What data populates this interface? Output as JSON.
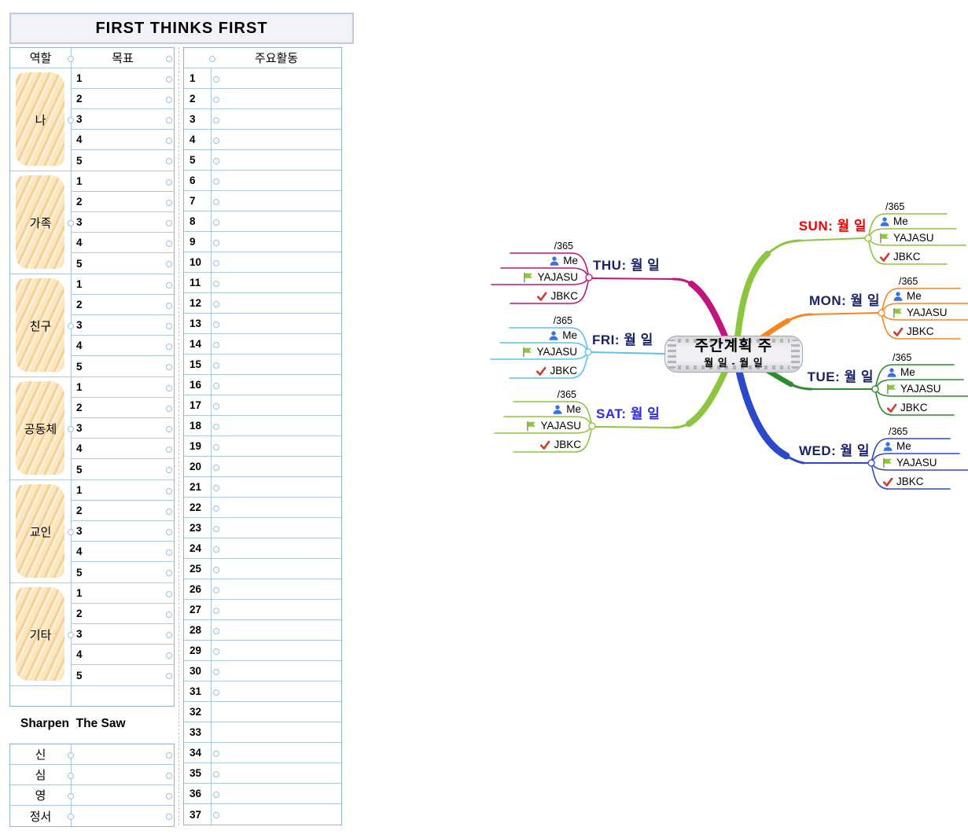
{
  "table": {
    "title": "FIRST THINKS FIRST",
    "headers": {
      "role": "역할",
      "goal": "목표",
      "activity": "주요활동"
    },
    "roles": [
      {
        "label": "나",
        "goal_numbers": [
          "1",
          "2",
          "3",
          "4",
          "5"
        ]
      },
      {
        "label": "가족",
        "goal_numbers": [
          "1",
          "2",
          "3",
          "4",
          "5"
        ]
      },
      {
        "label": "친구",
        "goal_numbers": [
          "1",
          "2",
          "3",
          "4",
          "5"
        ]
      },
      {
        "label": "공동체",
        "goal_numbers": [
          "1",
          "2",
          "3",
          "4",
          "5"
        ]
      },
      {
        "label": "교인",
        "goal_numbers": [
          "1",
          "2",
          "3",
          "4",
          "5"
        ]
      },
      {
        "label": "기타",
        "goal_numbers": [
          "1",
          "2",
          "3",
          "4",
          "5"
        ]
      }
    ],
    "activity_numbers": [
      "1",
      "2",
      "3",
      "4",
      "5",
      "6",
      "7",
      "8",
      "9",
      "10",
      "11",
      "12",
      "13",
      "14",
      "15",
      "16",
      "17",
      "18",
      "19",
      "20",
      "21",
      "22",
      "23",
      "24",
      "25",
      "26",
      "27",
      "28",
      "29",
      "30",
      "31",
      "32",
      "33",
      "34",
      "35",
      "36",
      "37"
    ],
    "activity_rows_without_marker": [
      "32",
      "33"
    ],
    "sharpen_title": "Sharpen  The Saw",
    "sharpen_rows": [
      "신",
      "심",
      "영",
      "정서"
    ]
  },
  "mindmap": {
    "center": {
      "title": "주간계획 주",
      "subtitle": "월 일 - 월 일"
    },
    "branches": [
      {
        "id": "sun",
        "label": "SUN: 월 일",
        "label_color": "#F40000",
        "color": "#8CC63F",
        "side": "right",
        "children": [
          {
            "label": "/365",
            "icon": ""
          },
          {
            "label": "Me",
            "icon": "person"
          },
          {
            "label": "YAJASU",
            "icon": "flag"
          },
          {
            "label": "JBKC",
            "icon": "check"
          }
        ]
      },
      {
        "id": "mon",
        "label": "MON: 월 일",
        "label_color": "#1B2368",
        "color": "#F6861F",
        "side": "right",
        "children": [
          {
            "label": "/365",
            "icon": ""
          },
          {
            "label": "Me",
            "icon": "person"
          },
          {
            "label": "YAJASU",
            "icon": "flag"
          },
          {
            "label": "JBKC",
            "icon": "check"
          }
        ]
      },
      {
        "id": "tue",
        "label": "TUE: 월 일",
        "label_color": "#1B2368",
        "color": "#2E8B2E",
        "side": "right",
        "children": [
          {
            "label": "/365",
            "icon": ""
          },
          {
            "label": "Me",
            "icon": "person"
          },
          {
            "label": "YAJASU",
            "icon": "flag"
          },
          {
            "label": "JBKC",
            "icon": "check"
          }
        ]
      },
      {
        "id": "wed",
        "label": "WED: 월 일",
        "label_color": "#1B2368",
        "color": "#2C49C8",
        "side": "right",
        "children": [
          {
            "label": "/365",
            "icon": ""
          },
          {
            "label": "Me",
            "icon": "person"
          },
          {
            "label": "YAJASU",
            "icon": "flag"
          },
          {
            "label": "JBKC",
            "icon": "check"
          }
        ]
      },
      {
        "id": "thu",
        "label": "THU: 월 일",
        "label_color": "#1B2368",
        "color": "#C1147F",
        "side": "left",
        "children": [
          {
            "label": "/365",
            "icon": ""
          },
          {
            "label": "Me",
            "icon": "person"
          },
          {
            "label": "YAJASU",
            "icon": "flag"
          },
          {
            "label": "JBKC",
            "icon": "check"
          }
        ]
      },
      {
        "id": "fri",
        "label": "FRI: 월 일",
        "label_color": "#1B2368",
        "color": "#5BC4EE",
        "side": "left",
        "children": [
          {
            "label": "/365",
            "icon": ""
          },
          {
            "label": "Me",
            "icon": "person"
          },
          {
            "label": "YAJASU",
            "icon": "flag"
          },
          {
            "label": "JBKC",
            "icon": "check"
          }
        ]
      },
      {
        "id": "sat",
        "label": "SAT: 월 일",
        "label_color": "#2B2BE8",
        "color": "#8CC63F",
        "side": "left",
        "children": [
          {
            "label": "/365",
            "icon": ""
          },
          {
            "label": "Me",
            "icon": "person"
          },
          {
            "label": "YAJASU",
            "icon": "flag"
          },
          {
            "label": "JBKC",
            "icon": "check"
          }
        ]
      }
    ]
  },
  "colors": {
    "table_border_outer": "#8FB5DE",
    "table_border_inner": "#A9C7E8",
    "role_highlight": "#F9E0B4",
    "marker": "#9FC0E4",
    "person_icon": "#3B72DE",
    "flag_icon": "#8DC63F",
    "check_icon": "#D23B2F",
    "center_node_fill": "#EFEFF1",
    "center_node_border": "#9BA9C9"
  }
}
